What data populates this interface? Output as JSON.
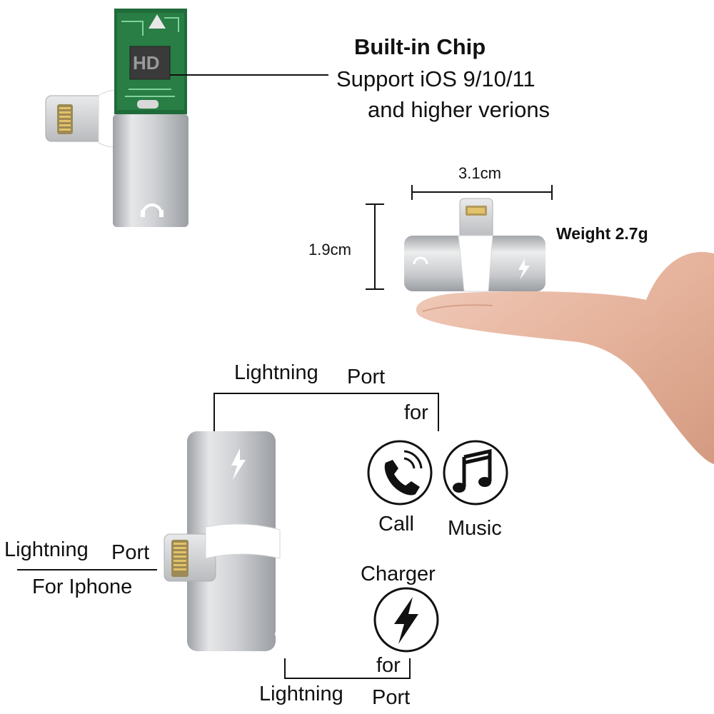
{
  "chip": {
    "title": "Built-in Chip",
    "line1": "Support iOS 9/10/11",
    "line2": "and higher verions",
    "badge": "HD"
  },
  "dimensions": {
    "width": "3.1cm",
    "height": "1.9cm",
    "weight": "Weight 2.7g"
  },
  "ports": {
    "top_label_a": "Lightning",
    "top_label_b": "Port",
    "top_for": "for",
    "call": "Call",
    "music": "Music",
    "left_label_a": "Lightning",
    "left_label_b": "Port",
    "left_for": "For Iphone",
    "charger": "Charger",
    "bottom_for": "for",
    "bottom_label_a": "Lightning",
    "bottom_label_b": "Port"
  },
  "icons": [
    "headphone-icon",
    "lightning-bolt-icon",
    "phone-call-icon",
    "music-note-icon",
    "charger-bolt-icon",
    "chip-board-icon",
    "finger-image"
  ],
  "colors": {
    "aluminum": "#c9cbce",
    "pcb_green": "#1f6b3a",
    "skin": "#e8b9a4",
    "ink": "#111111"
  }
}
